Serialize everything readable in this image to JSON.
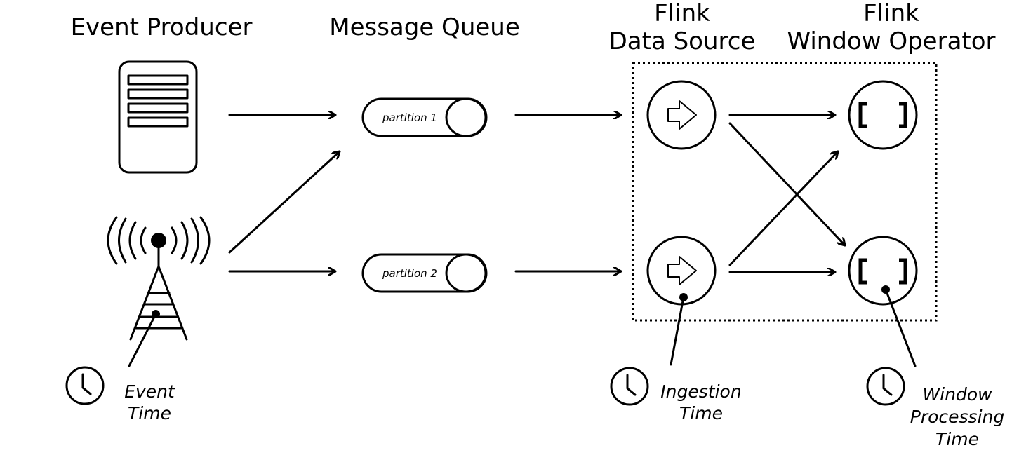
{
  "headers": {
    "event_producer": "Event Producer",
    "message_queue": "Message Queue",
    "data_source_line1": "Flink",
    "data_source_line2": "Data Source",
    "window_operator_line1": "Flink",
    "window_operator_line2": "Window Operator"
  },
  "partitions": {
    "p1": "partition 1",
    "p2": "partition 2"
  },
  "times": {
    "event_line1": "Event",
    "event_line2": "Time",
    "ingestion_line1": "Ingestion",
    "ingestion_line2": "Time",
    "window_line1": "Window",
    "window_line2": "Processing",
    "window_line3": "Time"
  },
  "icons": [
    "server-icon",
    "antenna-tower-icon",
    "arrow-right-icon",
    "brackets-icon",
    "clock-icon"
  ],
  "colors": {
    "stroke": "#000000",
    "background": "#ffffff"
  }
}
